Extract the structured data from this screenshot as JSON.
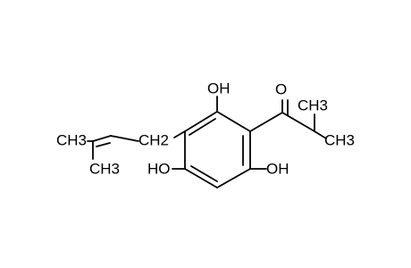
{
  "molecule": {
    "labels": {
      "oh_top": "OH",
      "oh_right": "OH",
      "oh_left": "HO",
      "carbonyl_o": "O",
      "ch3_acyl_top": "CH3",
      "ch3_acyl_right": "CH3",
      "ch3_prenyl_left": "CH3",
      "ch3_prenyl_down": "CH3",
      "ch2": "CH2"
    }
  },
  "colors": {
    "bond": "#000000",
    "text": "#000000",
    "background": "#ffffff"
  }
}
